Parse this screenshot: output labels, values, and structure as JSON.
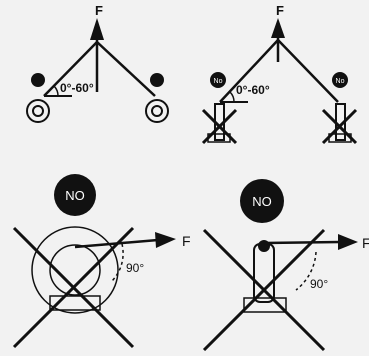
{
  "colors": {
    "ink": "#111111",
    "background": "#f2f2f2",
    "badge_text": "#ffffff"
  },
  "panels": {
    "top_left": {
      "force_label": "F",
      "angle_label": "0°-60°"
    },
    "top_right": {
      "force_label": "F",
      "angle_label": "0°-60°",
      "badge_left": "No",
      "badge_right": "No"
    },
    "bottom_left": {
      "badge": "NO",
      "force_label": "F",
      "angle_label": "90°"
    },
    "bottom_right": {
      "badge": "NO",
      "force_label": "F",
      "angle_label": "90°"
    }
  }
}
